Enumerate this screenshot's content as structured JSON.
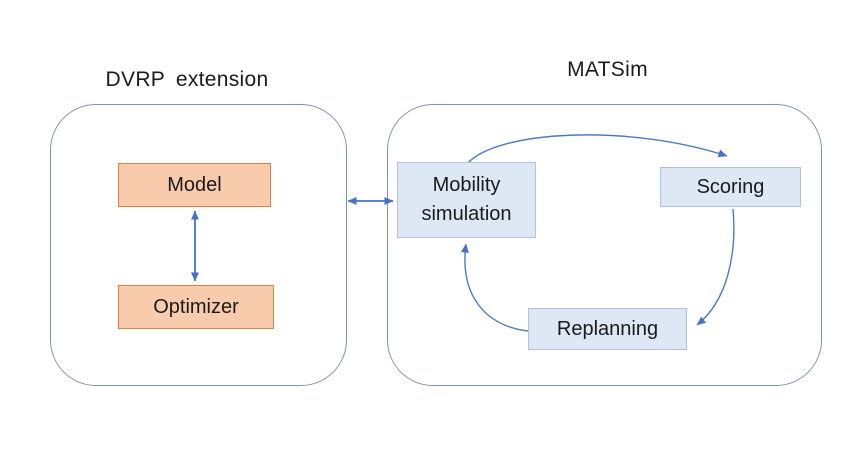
{
  "diagram": {
    "left_group": {
      "title": "DVRP extension",
      "boxes": [
        {
          "label": "Model"
        },
        {
          "label": "Optimizer"
        }
      ]
    },
    "right_group": {
      "title": "MATSim",
      "boxes": [
        {
          "label": "Mobility simulation"
        },
        {
          "label": "Scoring"
        },
        {
          "label": "Replanning"
        }
      ]
    },
    "connections": [
      {
        "from": "DVRP extension",
        "to": "MATSim",
        "type": "bidirectional"
      },
      {
        "from": "Model",
        "to": "Optimizer",
        "type": "bidirectional"
      },
      {
        "from": "Mobility simulation",
        "to": "Scoring",
        "type": "directed"
      },
      {
        "from": "Scoring",
        "to": "Replanning",
        "type": "directed"
      },
      {
        "from": "Replanning",
        "to": "Mobility simulation",
        "type": "directed"
      }
    ]
  },
  "colors": {
    "orange_box_fill": "#F8CBAD",
    "orange_box_border": "#DB8244",
    "blue_box_fill": "#DEE7F4",
    "blue_box_border": "#AEC2E0",
    "arrow_blue": "#4472C4",
    "curve_blue": "#4E7CBB",
    "container_border": "#8494AB",
    "text": "#1B1B1B",
    "background": "#FFFFFF"
  }
}
